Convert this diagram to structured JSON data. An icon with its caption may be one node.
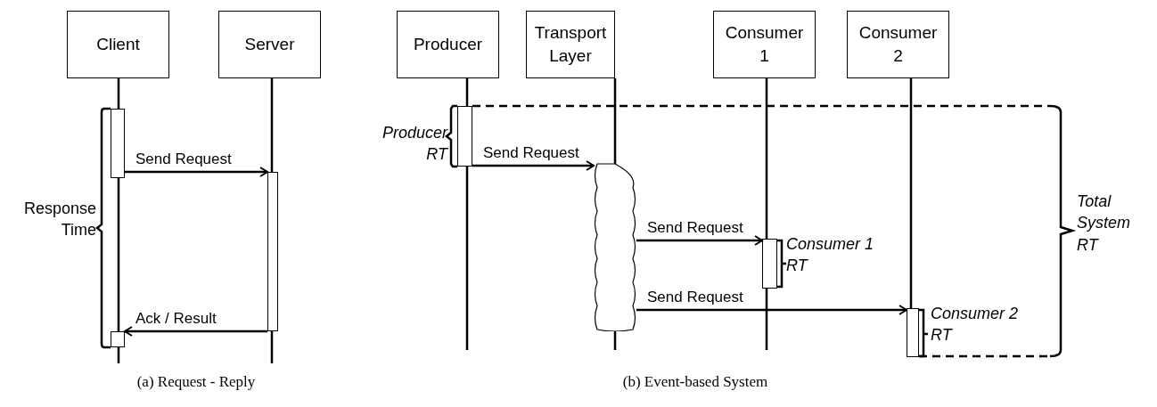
{
  "diagram": {
    "nodes": [
      {
        "text": [
          "Client"
        ]
      },
      {
        "text": [
          "Server"
        ]
      },
      {
        "text": [
          "Producer"
        ]
      },
      {
        "text": [
          "Transport Layer"
        ]
      },
      {
        "text": [
          "Consumer 1"
        ]
      },
      {
        "text": [
          "Consumer 2"
        ]
      },
      {
        "text": [],
        "shape": "bar",
        "beside": [
          "Response Time"
        ]
      },
      {
        "text": [],
        "shape": "bar"
      },
      {
        "text": [],
        "shape": "bar"
      },
      {
        "text": [],
        "shape": "bar",
        "beside": [
          "Producer RT"
        ]
      },
      {
        "text": [],
        "shape": "cloud"
      },
      {
        "text": [],
        "shape": "bar",
        "beside": [
          "Consumer 1 RT"
        ]
      },
      {
        "text": [],
        "shape": "bar",
        "beside": [
          "Consumer 2 RT"
        ]
      }
    ],
    "edges": [
      {
        "from": 6,
        "to": 7,
        "arrow": "to",
        "label": "Send Request"
      },
      {
        "from": 7,
        "to": 8,
        "arrow": "to",
        "label": "Ack / Result"
      },
      {
        "from": 9,
        "to": 10,
        "arrow": "to",
        "label": "Send Request"
      },
      {
        "from": 10,
        "to": 11,
        "arrow": "to",
        "label": "Send Request"
      },
      {
        "from": 10,
        "to": 12,
        "arrow": "to",
        "label": "Send Request"
      }
    ],
    "labels": [
      "Total System RT",
      "(a) Request - Reply",
      "(b) Event-based System"
    ]
  }
}
